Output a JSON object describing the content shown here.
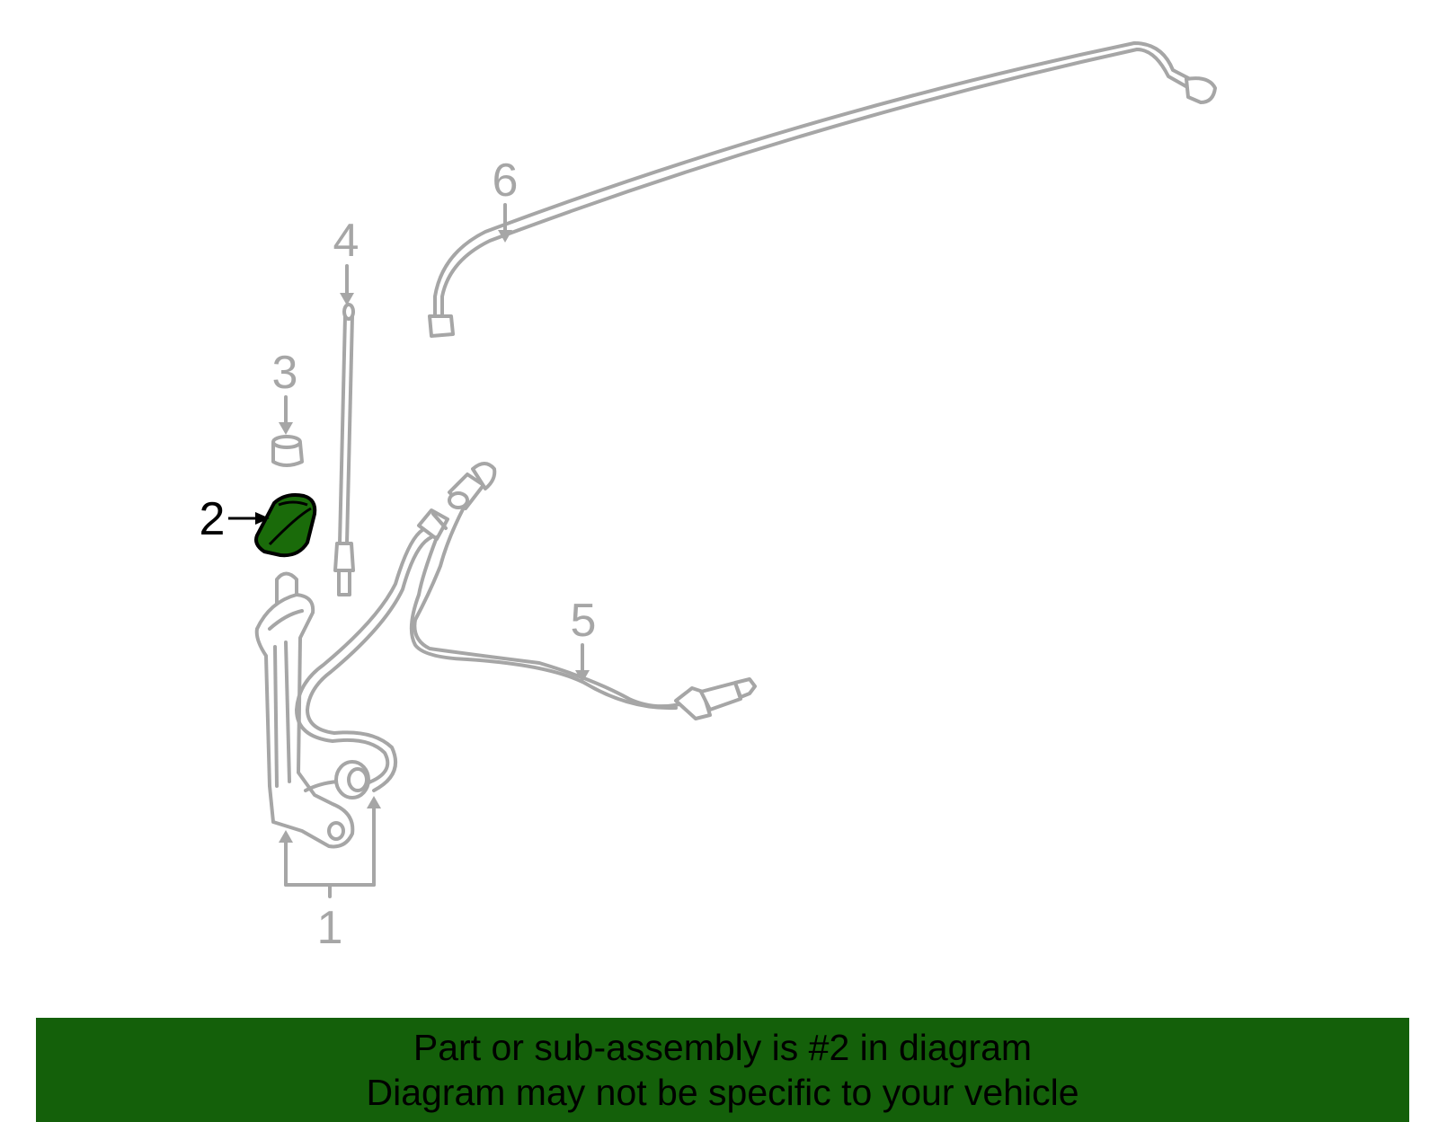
{
  "colors": {
    "line": "#a6a6a6",
    "highlight": "#1a6b0a",
    "highlight_outline": "#000000",
    "banner_bg": "#14600a",
    "banner_text": "#000000"
  },
  "callouts": {
    "c1": "1",
    "c2": "2",
    "c3": "3",
    "c4": "4",
    "c5": "5",
    "c6": "6"
  },
  "banner": {
    "line1": "Part or sub-assembly is #2 in diagram",
    "line2": "Diagram may not be specific to your vehicle"
  }
}
